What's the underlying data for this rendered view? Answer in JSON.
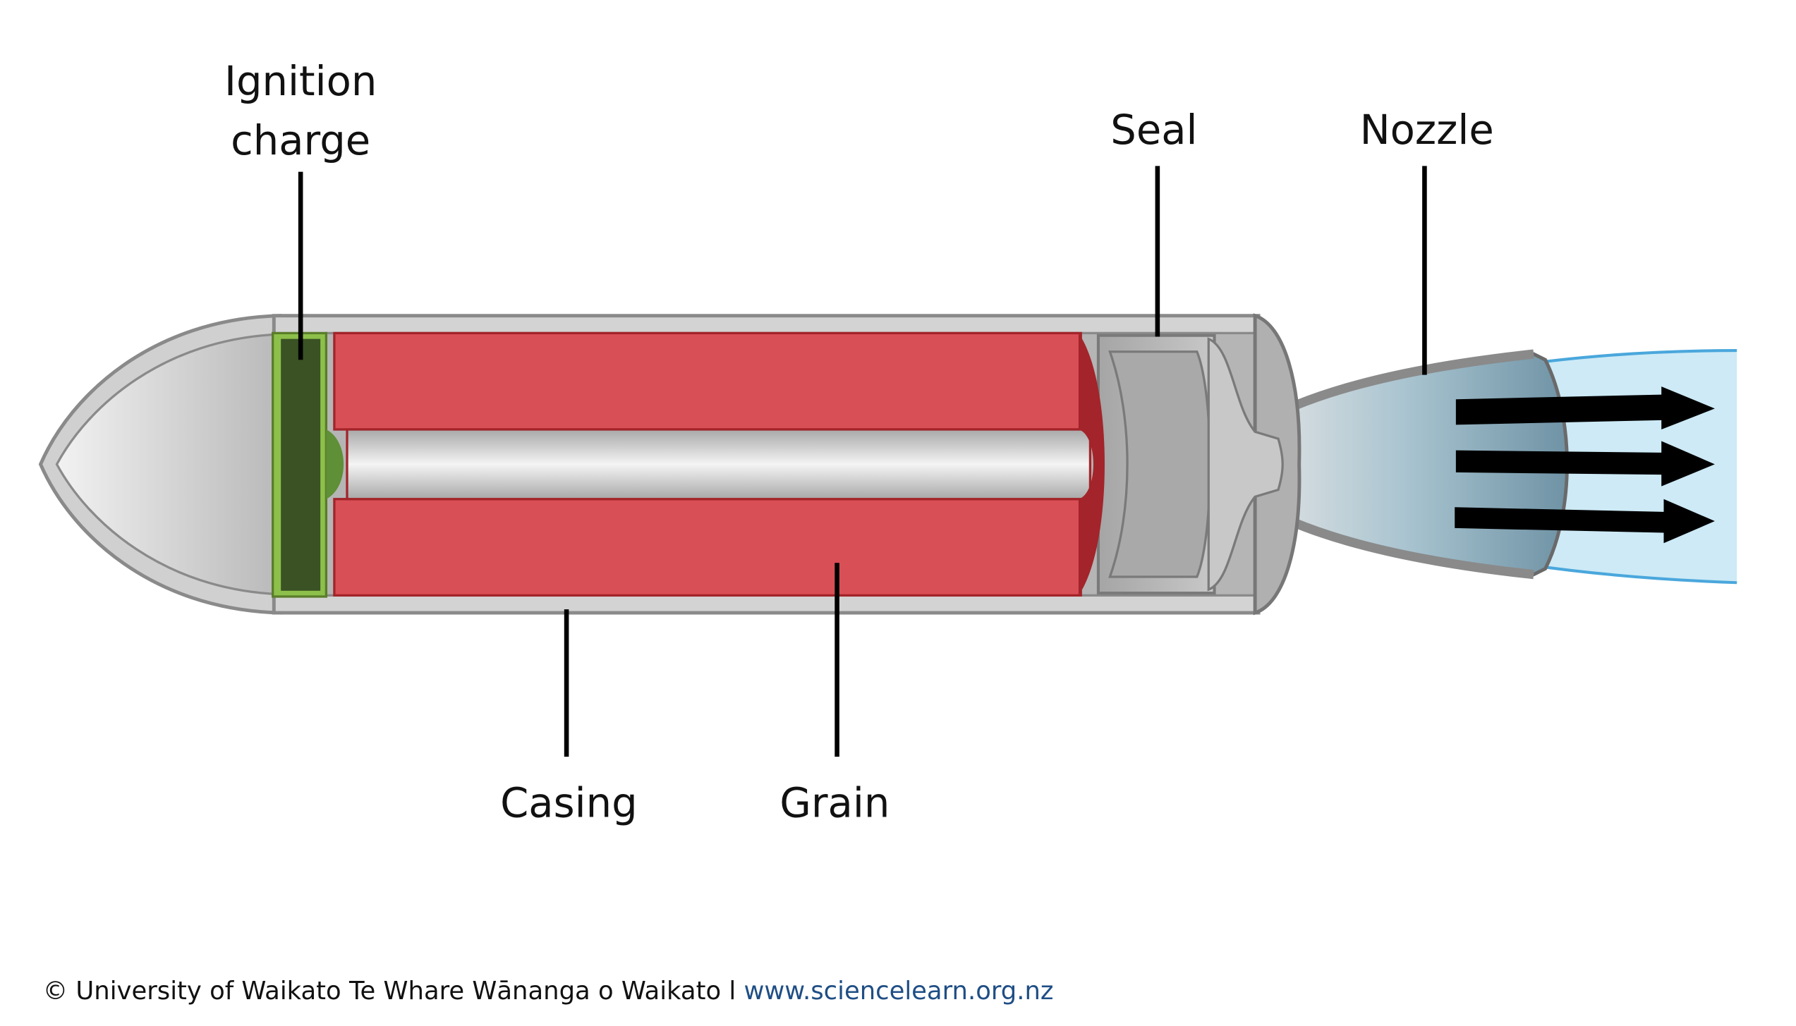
{
  "diagram": {
    "title": "Solid rocket motor components",
    "labels": {
      "ignition_line1": "Ignition",
      "ignition_line2": "charge",
      "seal": "Seal",
      "nozzle": "Nozzle",
      "casing": "Casing",
      "grain": "Grain"
    },
    "colors": {
      "grain": "#d94f56",
      "grain_dark": "#a3242a",
      "ignition_outer": "#8dc04a",
      "ignition_inner": "#3a5224",
      "casing": "#d3d3d3",
      "exhaust": "#cdeaf6",
      "link": "#1f4e85"
    }
  },
  "footer": {
    "copyright": "© University of Waikato Te Whare Wānanga o Waikato l ",
    "link": "www.sciencelearn.org.nz"
  }
}
